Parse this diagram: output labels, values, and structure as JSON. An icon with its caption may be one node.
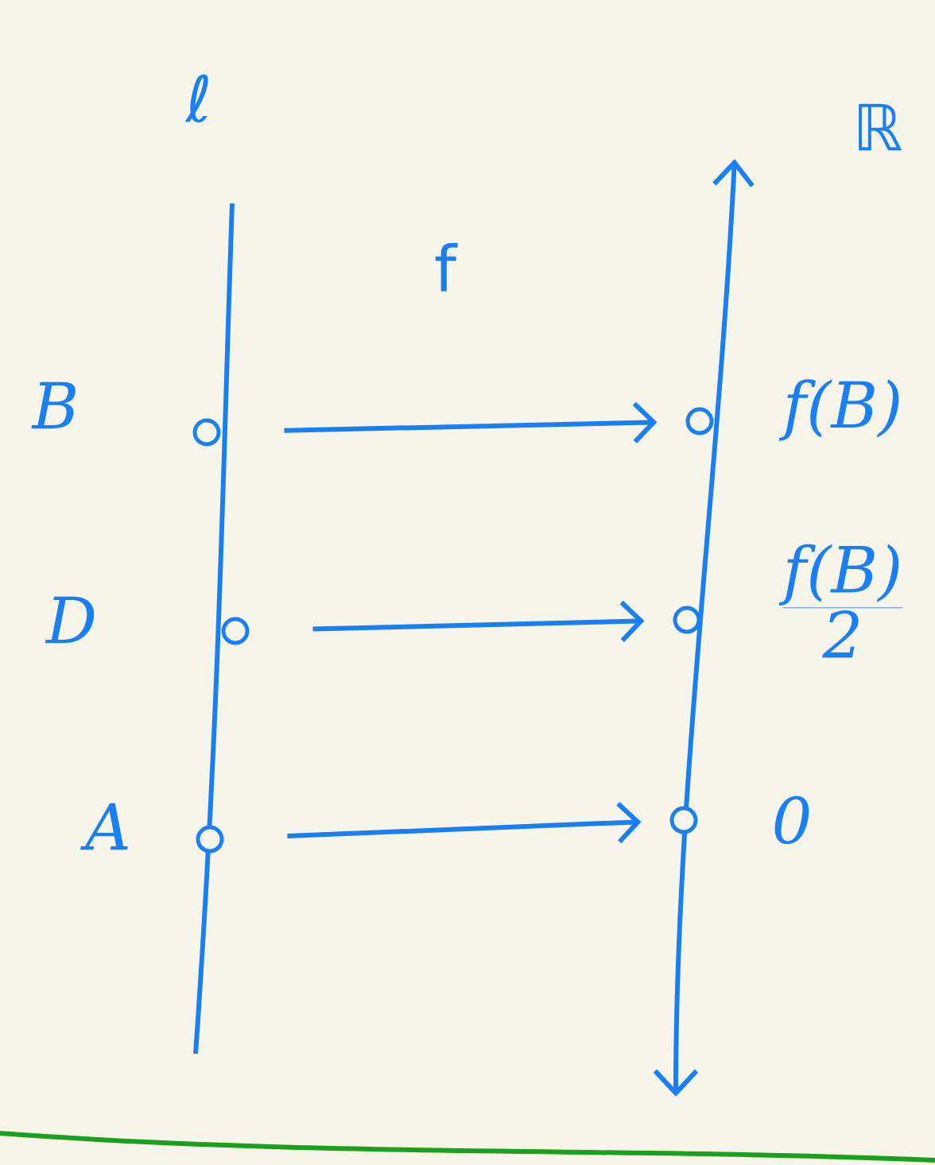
{
  "diagram": {
    "nodes": [
      {
        "text": [],
        "shape": "circle",
        "beside": [
          "B"
        ]
      },
      {
        "text": [],
        "shape": "circle",
        "beside": [
          "f(B)"
        ]
      },
      {
        "text": [],
        "shape": "circle",
        "beside": [
          "D"
        ]
      },
      {
        "text": [],
        "shape": "circle",
        "beside": [
          "f(B)",
          "2"
        ]
      },
      {
        "text": [],
        "shape": "circle",
        "beside": [
          "A"
        ]
      },
      {
        "text": [],
        "shape": "circle",
        "beside": [
          "0"
        ]
      }
    ],
    "edges": [
      {
        "from": 0,
        "to": 1,
        "arrow": "to"
      },
      {
        "from": 2,
        "to": 3,
        "arrow": "to"
      },
      {
        "from": 4,
        "to": 5,
        "arrow": "to"
      }
    ],
    "labels": [
      "ℓ",
      "f",
      "ℝ"
    ]
  }
}
